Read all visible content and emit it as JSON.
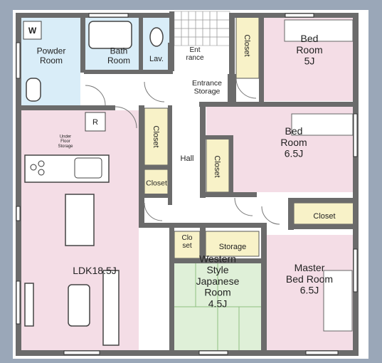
{
  "rooms": {
    "powder": {
      "name": "Powder\nRoom",
      "color": "#d9edf8"
    },
    "bath": {
      "name": "Bath\nRoom",
      "color": "#d9edf8"
    },
    "lav": {
      "name": "Lav.",
      "color": "#d9edf8"
    },
    "entrance": {
      "name": "Ent\nrance"
    },
    "entrance_storage": {
      "name": "Entrance\nStorage"
    },
    "closet_top": {
      "name": "Closet"
    },
    "bed5": {
      "name": "Bed\nRoom\n5J",
      "color": "#f4dde6"
    },
    "bed65": {
      "name": "Bed\nRoom\n6.5J",
      "color": "#f4dde6"
    },
    "closet_bed65": {
      "name": "Closet"
    },
    "closet_hall1": {
      "name": "Closet"
    },
    "closet_hall2": {
      "name": "Closet"
    },
    "hall": {
      "name": "Hall"
    },
    "ldk": {
      "name": "LDK18.5J",
      "color": "#f4dde6"
    },
    "under_floor": {
      "name": "Under\nFloor\nStorage"
    },
    "closet_right": {
      "name": "Closet"
    },
    "closet_small": {
      "name": "Clo\nset"
    },
    "storage": {
      "name": "Storage"
    },
    "western": {
      "name": "Western\nStyle\nJapanese\nRoom\n4.5J",
      "color": "#dff0d8"
    },
    "master": {
      "name": "Master\nBed Room\n6.5J",
      "color": "#f4dde6"
    }
  },
  "symbols": {
    "washer": "W",
    "refrigerator": "R"
  },
  "closet_color": "#f8f2c8",
  "background_color": "#9aa7b8"
}
